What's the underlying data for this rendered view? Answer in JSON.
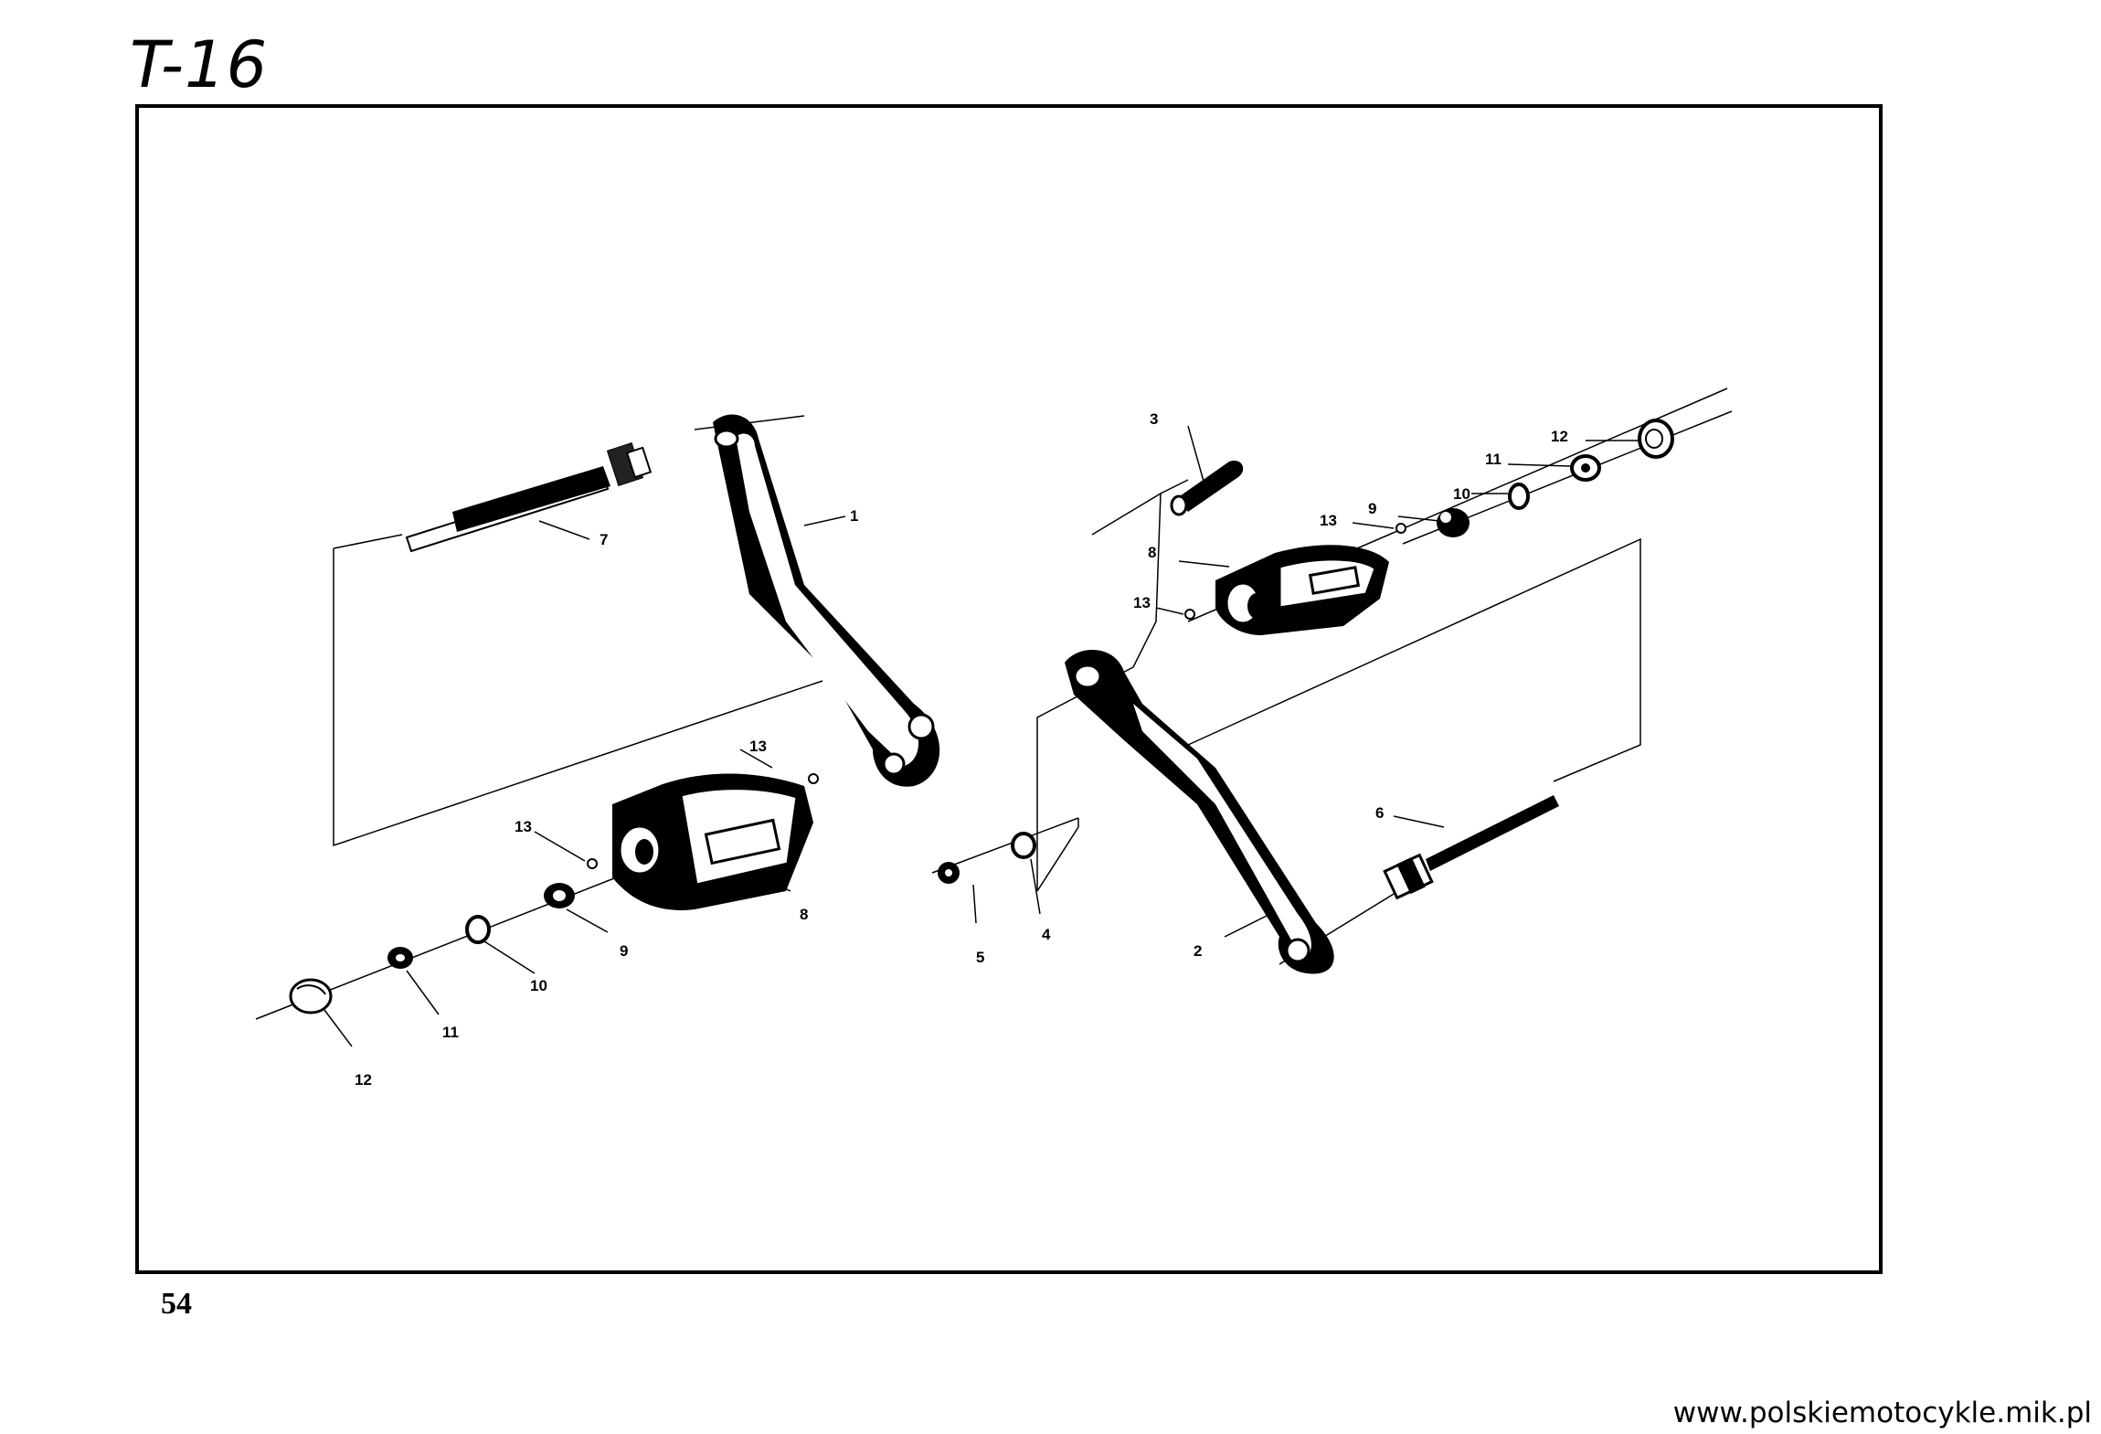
{
  "header": {
    "title": "T-16"
  },
  "footer": {
    "page_number": "54",
    "website": "www.polskiemotocykle.mik.pl"
  },
  "callouts": [
    "1",
    "2",
    "3",
    "4",
    "5",
    "6",
    "7",
    "8",
    "8",
    "9",
    "9",
    "10",
    "10",
    "11",
    "11",
    "12",
    "12",
    "13",
    "13",
    "13",
    "13"
  ],
  "icons": [
    "kick-lever-icon",
    "gear-lever-icon",
    "pedal-icon",
    "shaft-icon",
    "nut-icon",
    "washer-icon",
    "cap-icon",
    "rubber-grip-icon",
    "ball-icon"
  ],
  "colors": {
    "ink": "#000000",
    "paper": "#ffffff"
  }
}
